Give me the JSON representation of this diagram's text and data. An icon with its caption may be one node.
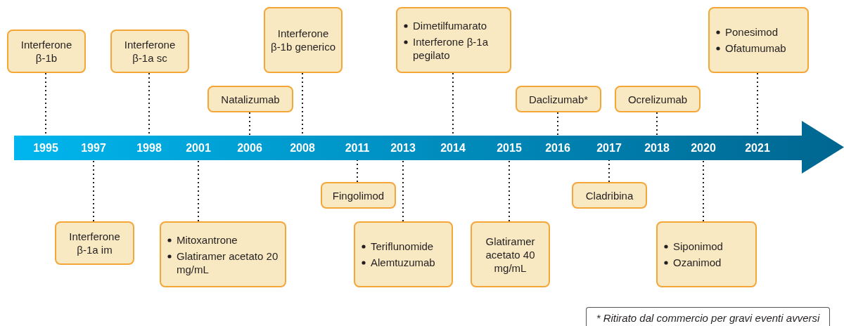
{
  "diagram": {
    "nodes": [
      {
        "text": [],
        "shape": "arrow"
      },
      {
        "text": [
          "1995"
        ],
        "in": 0
      },
      {
        "text": [
          "1997"
        ],
        "in": 0
      },
      {
        "text": [
          "1998"
        ],
        "in": 0
      },
      {
        "text": [
          "2001"
        ],
        "in": 0
      },
      {
        "text": [
          "2006"
        ],
        "in": 0
      },
      {
        "text": [
          "2008"
        ],
        "in": 0
      },
      {
        "text": [
          "2011"
        ],
        "in": 0
      },
      {
        "text": [
          "2013"
        ],
        "in": 0
      },
      {
        "text": [
          "2014"
        ],
        "in": 0
      },
      {
        "text": [
          "2015"
        ],
        "in": 0
      },
      {
        "text": [
          "2016"
        ],
        "in": 0
      },
      {
        "text": [
          "2017"
        ],
        "in": 0
      },
      {
        "text": [
          "2018"
        ],
        "in": 0
      },
      {
        "text": [
          "2020"
        ],
        "in": 0
      },
      {
        "text": [
          "2021"
        ],
        "in": 0
      },
      {
        "text": [
          "Interferone β-1b"
        ]
      },
      {
        "text": [
          "Interferone β-1a sc"
        ]
      },
      {
        "text": [
          "Natalizumab"
        ]
      },
      {
        "text": [
          "Interferone β-1b generico"
        ]
      },
      {
        "text": [
          "Dimetilfumarato",
          "Interferone β-1a pegilato"
        ]
      },
      {
        "text": [
          "Daclizumab*"
        ]
      },
      {
        "text": [
          "Ocrelizumab"
        ]
      },
      {
        "text": [
          "Ponesimod",
          "Ofatumumab"
        ]
      },
      {
        "text": [
          "Interferone β-1a im"
        ]
      },
      {
        "text": [
          "Mitoxantrone",
          "Glatiramer acetato 20 mg/mL"
        ]
      },
      {
        "text": [
          "Fingolimod"
        ]
      },
      {
        "text": [
          "Teriflunomide",
          "Alemtuzumab"
        ]
      },
      {
        "text": [
          "Glatiramer acetato 40 mg/mL"
        ]
      },
      {
        "text": [
          "Cladribina"
        ]
      },
      {
        "text": [
          "Siponimod",
          "Ozanimod"
        ]
      },
      {
        "text": [
          "* Ritirato dal commercio per gravi eventi avversi"
        ]
      }
    ],
    "edges": [
      {
        "from": 16,
        "to": 1,
        "arrow": "none",
        "style": "dashed"
      },
      {
        "from": 17,
        "to": 3,
        "arrow": "none",
        "style": "dashed"
      },
      {
        "from": 18,
        "to": 5,
        "arrow": "none",
        "style": "dashed"
      },
      {
        "from": 19,
        "to": 6,
        "arrow": "none",
        "style": "dashed"
      },
      {
        "from": 20,
        "to": 9,
        "arrow": "none",
        "style": "dashed"
      },
      {
        "from": 21,
        "to": 11,
        "arrow": "none",
        "style": "dashed"
      },
      {
        "from": 22,
        "to": 13,
        "arrow": "none",
        "style": "dashed"
      },
      {
        "from": 23,
        "to": 15,
        "arrow": "none",
        "style": "dashed"
      },
      {
        "from": 24,
        "to": 2,
        "arrow": "none",
        "style": "dashed"
      },
      {
        "from": 25,
        "to": 4,
        "arrow": "none",
        "style": "dashed"
      },
      {
        "from": 26,
        "to": 7,
        "arrow": "none",
        "style": "dashed"
      },
      {
        "from": 27,
        "to": 8,
        "arrow": "none",
        "style": "dashed"
      },
      {
        "from": 28,
        "to": 10,
        "arrow": "none",
        "style": "dashed"
      },
      {
        "from": 29,
        "to": 12,
        "arrow": "none",
        "style": "dashed"
      },
      {
        "from": 30,
        "to": 14,
        "arrow": "none",
        "style": "dashed"
      }
    ]
  }
}
